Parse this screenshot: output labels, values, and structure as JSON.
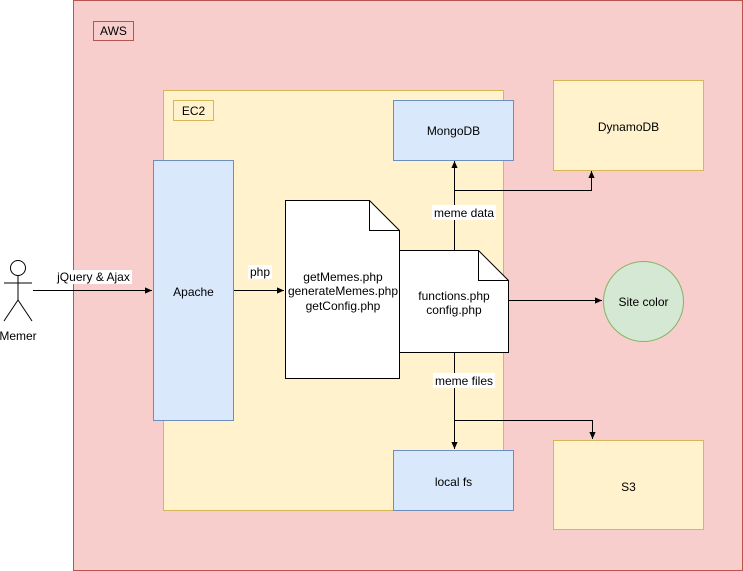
{
  "diagram": {
    "aws": {
      "label": "AWS",
      "fill": "#f8cecc",
      "stroke": "#b85450"
    },
    "ec2": {
      "label": "EC2",
      "fill": "#fff2cc",
      "stroke": "#d6b656"
    },
    "actor": {
      "label": "Memer"
    },
    "apache": {
      "label": "Apache",
      "fill": "#dae8fc",
      "stroke": "#6c8ebf"
    },
    "php_files": {
      "lines": [
        "getMemes.php",
        "generateMemes.php",
        "getConfig.php"
      ]
    },
    "func_files": {
      "lines": [
        "functions.php",
        "config.php"
      ]
    },
    "mongodb": {
      "label": "MongoDB"
    },
    "dynamodb": {
      "label": "DynamoDB"
    },
    "local_fs": {
      "label": "local fs"
    },
    "s3": {
      "label": "S3"
    },
    "site_color": {
      "label": "Site color",
      "fill": "#d5e8d4",
      "stroke": "#82b366"
    },
    "edges": {
      "jquery": "jQuery & Ajax",
      "php": "php",
      "meme_data": "meme data",
      "meme_files": "meme files"
    }
  }
}
